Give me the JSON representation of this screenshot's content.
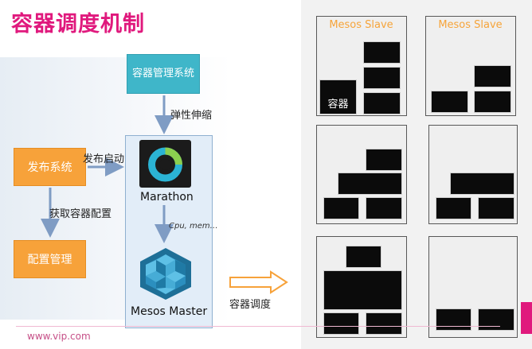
{
  "title": "容器调度机制",
  "nodes": {
    "container_mgmt": "容器管理系统",
    "publish": "发布系统",
    "config": "配置管理",
    "marathon": "Marathon",
    "mesos_master": "Mesos Master"
  },
  "edge_labels": {
    "elastic": "弹性伸缩",
    "publish_start": "发布启动",
    "get_config": "获取容器配置",
    "resources": "Cpu, mem…",
    "scheduling": "容器调度"
  },
  "slaves": {
    "slave_1_title": "Mesos Slave",
    "slave_2_title": "Mesos Slave",
    "container_label": "容器"
  },
  "footer": {
    "url": "www.vip.com"
  },
  "colors": {
    "title": "#e0197d",
    "orange": "#f7a23a",
    "teal": "#3fb6c9",
    "slave_title": "#f6a43a"
  }
}
